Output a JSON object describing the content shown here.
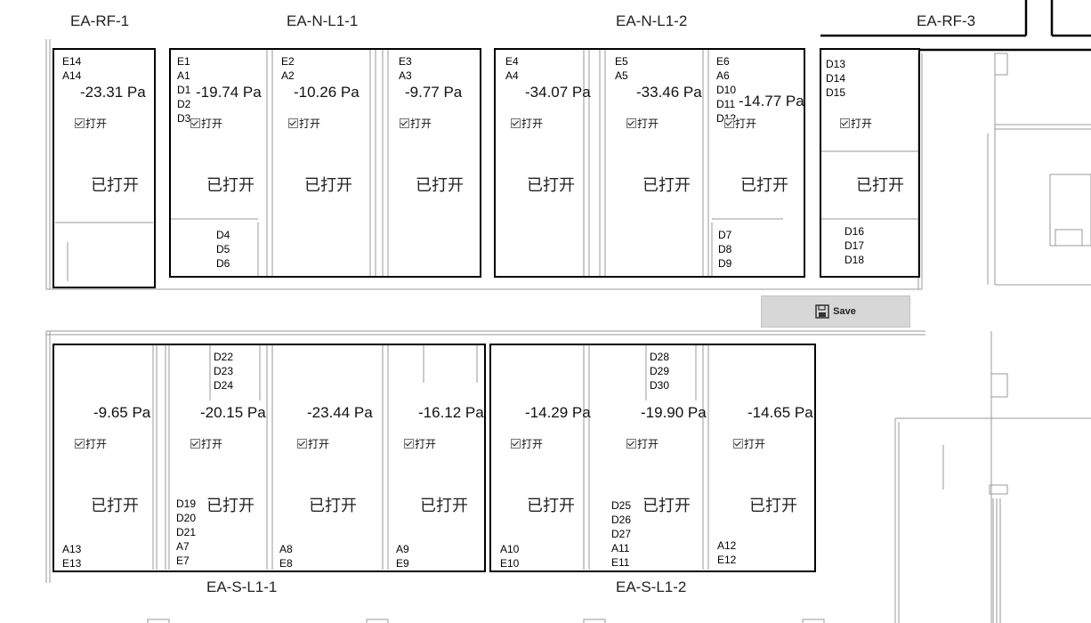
{
  "zones": [
    {
      "id": "rf1",
      "name": "EA-RF-1"
    },
    {
      "id": "nl11",
      "name": "EA-N-L1-1"
    },
    {
      "id": "nl12",
      "name": "EA-N-L1-2"
    },
    {
      "id": "rf3",
      "name": "EA-RF-3"
    },
    {
      "id": "sl11",
      "name": "EA-S-L1-1"
    },
    {
      "id": "sl12",
      "name": "EA-S-L1-2"
    }
  ],
  "rooms": [
    {
      "id": "r1",
      "pressure": "-23.31 Pa",
      "ids_top": "E14\nA14",
      "ids_bottom": "",
      "status": "已打开",
      "checkbox": "打开"
    },
    {
      "id": "r2",
      "pressure": "-19.74 Pa",
      "ids_top": "E1\nA1\nD1\nD2\nD3",
      "ids_bottom": "D4\nD5\nD6",
      "status": "已打开",
      "checkbox": "打开"
    },
    {
      "id": "r3",
      "pressure": "-10.26 Pa",
      "ids_top": "E2\nA2",
      "ids_bottom": "",
      "status": "已打开",
      "checkbox": "打开"
    },
    {
      "id": "r4",
      "pressure": "-9.77 Pa",
      "ids_top": "E3\nA3",
      "ids_bottom": "",
      "status": "已打开",
      "checkbox": "打开"
    },
    {
      "id": "r5",
      "pressure": "-34.07 Pa",
      "ids_top": "E4\nA4",
      "ids_bottom": "",
      "status": "已打开",
      "checkbox": "打开"
    },
    {
      "id": "r6",
      "pressure": "-33.46 Pa",
      "ids_top": "E5\nA5",
      "ids_bottom": "",
      "status": "已打开",
      "checkbox": "打开"
    },
    {
      "id": "r7",
      "pressure": "-14.77 Pa",
      "ids_top": "E6\nA6\nD10\nD11\nD12",
      "ids_bottom": "D7\nD8\nD9",
      "status": "已打开",
      "checkbox": "打开"
    },
    {
      "id": "r8",
      "pressure": "",
      "ids_top": "D13\nD14\nD15",
      "ids_bottom": "D16\nD17\nD18",
      "status": "已打开",
      "checkbox": "打开"
    },
    {
      "id": "r9",
      "pressure": "-9.65 Pa",
      "ids_top": "A13\nE13",
      "ids_bottom": "",
      "status": "已打开",
      "checkbox": "打开"
    },
    {
      "id": "r10",
      "pressure": "-20.15 Pa",
      "ids_top": "D22\nD23\nD24",
      "ids_bottom": "D19\nD20\nD21\nA7\nE7",
      "status": "已打开",
      "checkbox": "打开"
    },
    {
      "id": "r11",
      "pressure": "-23.44 Pa",
      "ids_top": "A8\nE8",
      "ids_bottom": "",
      "status": "已打开",
      "checkbox": "打开"
    },
    {
      "id": "r12",
      "pressure": "-16.12 Pa",
      "ids_top": "A9\nE9",
      "ids_bottom": "",
      "status": "已打开",
      "checkbox": "打开"
    },
    {
      "id": "r13",
      "pressure": "-14.29 Pa",
      "ids_top": "A10\nE10",
      "ids_bottom": "",
      "status": "已打开",
      "checkbox": "打开"
    },
    {
      "id": "r14",
      "pressure": "-19.90 Pa",
      "ids_top": "D28\nD29\nD30",
      "ids_bottom": "D25\nD26\nD27\nA11\nE11",
      "status": "已打开",
      "checkbox": "打开"
    },
    {
      "id": "r15",
      "pressure": "-14.65 Pa",
      "ids_top": "A12\nE12",
      "ids_bottom": "",
      "status": "已打开",
      "checkbox": "打开"
    }
  ],
  "save": {
    "label": "Save",
    "icon": "floppy-disk-icon"
  }
}
